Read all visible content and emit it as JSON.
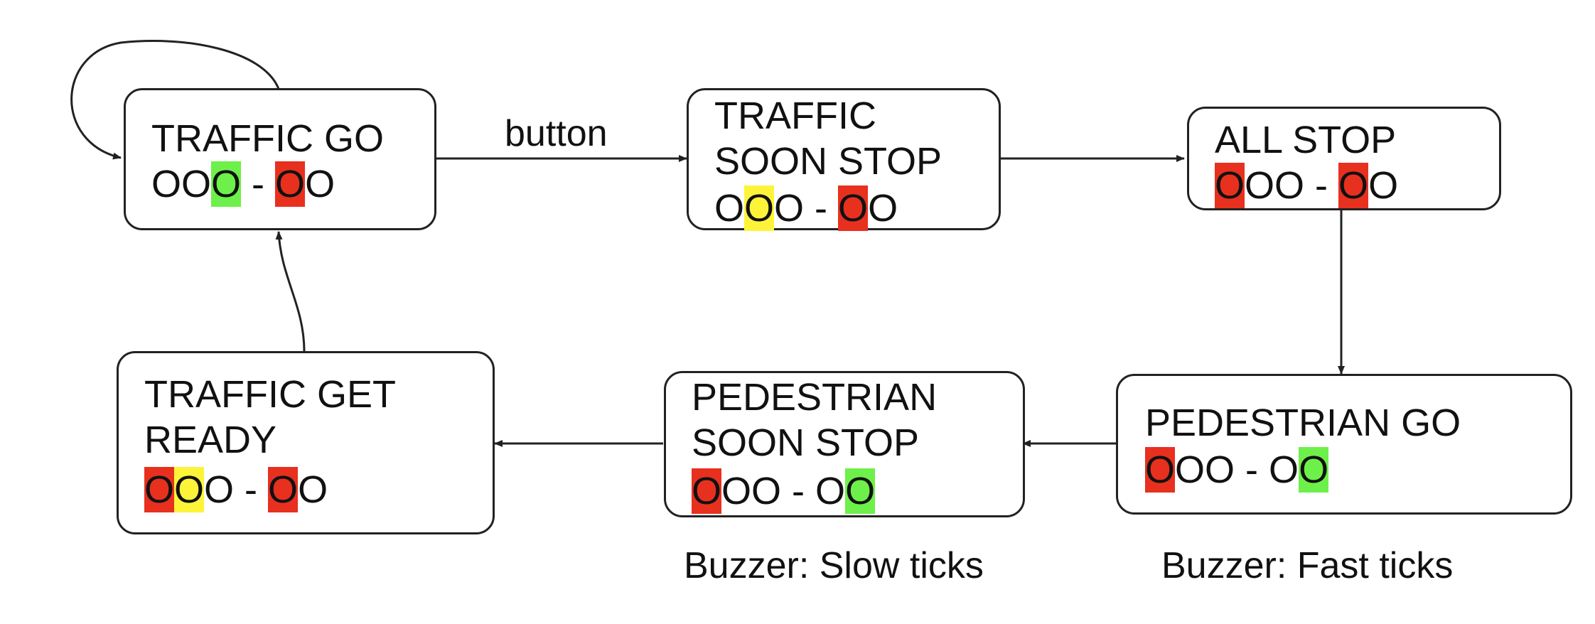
{
  "colors": {
    "red": "#e8301f",
    "yellow": "#fdf43a",
    "green": "#6ef04a",
    "stroke": "#222222"
  },
  "states": {
    "traffic_go": {
      "title_lines": [
        "TRAFFIC GO"
      ],
      "lights": [
        {
          "char": "O",
          "color": ""
        },
        {
          "char": "O",
          "color": ""
        },
        {
          "char": "O",
          "color": "green"
        },
        {
          "char": " - ",
          "color": ""
        },
        {
          "char": "O",
          "color": "red"
        },
        {
          "char": "O",
          "color": ""
        }
      ]
    },
    "traffic_soon_stop": {
      "title_lines": [
        "TRAFFIC",
        "SOON STOP"
      ],
      "lights": [
        {
          "char": "O",
          "color": ""
        },
        {
          "char": "O",
          "color": "yellow"
        },
        {
          "char": "O",
          "color": ""
        },
        {
          "char": " - ",
          "color": ""
        },
        {
          "char": "O",
          "color": "red"
        },
        {
          "char": "O",
          "color": ""
        }
      ]
    },
    "all_stop": {
      "title_lines": [
        "ALL STOP"
      ],
      "lights": [
        {
          "char": "O",
          "color": "red"
        },
        {
          "char": "O",
          "color": ""
        },
        {
          "char": "O",
          "color": ""
        },
        {
          "char": " - ",
          "color": ""
        },
        {
          "char": "O",
          "color": "red"
        },
        {
          "char": "O",
          "color": ""
        }
      ]
    },
    "pedestrian_go": {
      "title_lines": [
        "PEDESTRIAN GO"
      ],
      "lights": [
        {
          "char": "O",
          "color": "red"
        },
        {
          "char": "O",
          "color": ""
        },
        {
          "char": "O",
          "color": ""
        },
        {
          "char": " - ",
          "color": ""
        },
        {
          "char": "O",
          "color": ""
        },
        {
          "char": "O",
          "color": "green"
        }
      ]
    },
    "pedestrian_soon_stop": {
      "title_lines": [
        "PEDESTRIAN",
        "SOON STOP"
      ],
      "lights": [
        {
          "char": "O",
          "color": "red"
        },
        {
          "char": "O",
          "color": ""
        },
        {
          "char": "O",
          "color": ""
        },
        {
          "char": " - ",
          "color": ""
        },
        {
          "char": "O",
          "color": ""
        },
        {
          "char": "O",
          "color": "green"
        }
      ]
    },
    "traffic_get_ready": {
      "title_lines": [
        "TRAFFIC GET",
        "READY"
      ],
      "lights": [
        {
          "char": "O",
          "color": "red"
        },
        {
          "char": "O",
          "color": "yellow"
        },
        {
          "char": "O",
          "color": ""
        },
        {
          "char": " - ",
          "color": ""
        },
        {
          "char": "O",
          "color": "red"
        },
        {
          "char": "O",
          "color": ""
        }
      ]
    }
  },
  "transitions": {
    "button_label": "button"
  },
  "buzzer": {
    "slow": "Buzzer: Slow ticks",
    "fast": "Buzzer: Fast ticks"
  }
}
